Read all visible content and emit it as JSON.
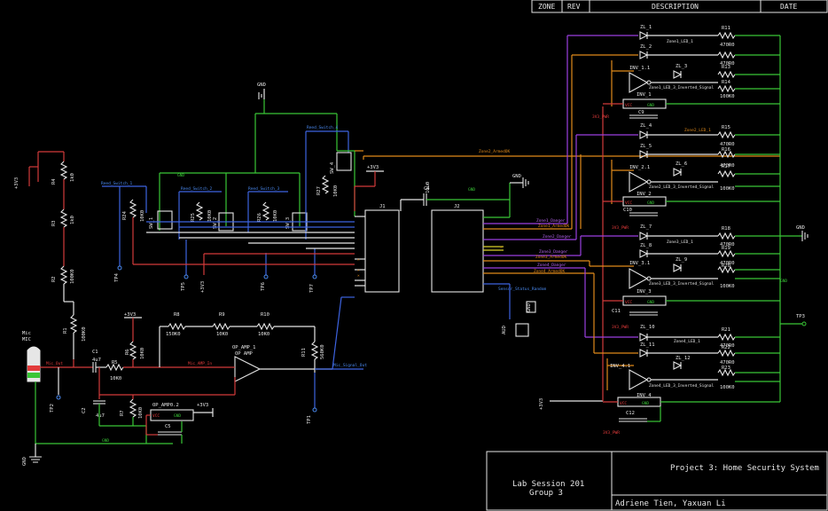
{
  "title_block": {
    "project": "Project 3: Home Security System",
    "session": "Lab Session 201",
    "group": "Group 3",
    "authors": "Adriene Tien, Yaxuan Li"
  },
  "revision_block": {
    "headers": [
      "ZONE",
      "REV",
      "DESCRIPTION",
      "DATE"
    ]
  },
  "left_section": {
    "supply": "+3V3",
    "gnd": "GND",
    "mic_label": "Mic\nMIC",
    "mic_out": "Mic_Out",
    "net_mic_amp_in": "Mic_AMP_In",
    "net_mic_signal_out": "Mic_Signal_Out",
    "opamp1": "OP_AMP_1\nOP AMP",
    "opamp2": "OP_AMP0.2",
    "resistors": [
      {
        "ref": "R4",
        "val": "1k0"
      },
      {
        "ref": "R3",
        "val": "1k0"
      },
      {
        "ref": "R2",
        "val": "100K0"
      },
      {
        "ref": "R1",
        "val": "100K0"
      },
      {
        "ref": "R5",
        "val": "10K0"
      },
      {
        "ref": "R6",
        "val": "10K0"
      },
      {
        "ref": "R7",
        "val": "10K0"
      },
      {
        "ref": "R8",
        "val": "150K0"
      },
      {
        "ref": "R9",
        "val": "10K0"
      },
      {
        "ref": "R10",
        "val": "10K0"
      },
      {
        "ref": "R11",
        "val": "560K0"
      }
    ],
    "caps": [
      {
        "ref": "C1",
        "val": "4u7"
      },
      {
        "ref": "C2",
        "val": "4u7"
      },
      {
        "ref": "C5",
        "val": ""
      }
    ],
    "test_points": [
      "TP1",
      "TP2",
      "TP4",
      "TP5",
      "TP6",
      "TP7"
    ]
  },
  "switch_section": {
    "switches": [
      {
        "ref": "SW_1",
        "res": "R24",
        "val": "10K0",
        "net": "Reed_Switch_1"
      },
      {
        "ref": "SW_2",
        "res": "R25",
        "val": "10K0",
        "net": "Reed_Switch_2"
      },
      {
        "ref": "SW_3",
        "res": "R26",
        "val": "10K0",
        "net": "Reed_Switch_3"
      },
      {
        "ref": "SW_4",
        "res": "R27",
        "val": "10K0",
        "net": "Reed_Switch_4"
      }
    ]
  },
  "connectors": {
    "j1": "J1",
    "j2": "J2",
    "c4": "C4",
    "c4_val": "10u0",
    "gnd": "GND",
    "vcc": "+3V3",
    "j2_nets": [
      "Zone1_Danger",
      "Zone1_ArmedOK",
      "Zone2_Danger",
      "Zone2_ArmedOK",
      "Zone3_Danger",
      "Zone3_ArmedOK",
      "Zone4_Danger",
      "Zone4_ArmedOK"
    ],
    "zone2_armed_top": "Zone2_ArmedOK",
    "sensor_net": "Sensor_Status_Random"
  },
  "right_section": {
    "zones": [
      {
        "leds": [
          "ZL_1",
          "ZL_2",
          "ZL_3"
        ],
        "inv": "INV_1.1",
        "inv_ref": "INV_1",
        "cap": "C9",
        "res": [
          "R11",
          "R12",
          "R13",
          "R14"
        ],
        "vals": [
          "470R0",
          "470R0",
          "470R0",
          "100K0"
        ],
        "net_inv": "Zone1_LED_3_Inverted_Signal"
      },
      {
        "leds": [
          "ZL_4",
          "ZL_5",
          "ZL_6"
        ],
        "inv": "INV_2.1",
        "inv_ref": "INV_2",
        "cap": "C10",
        "res": [
          "R15",
          "R16",
          "R17"
        ],
        "vals": [
          "470R0",
          "470R0",
          "100K0"
        ],
        "net_inv": "Zone2_LED_3_Inverted_Signal"
      },
      {
        "leds": [
          "ZL_7",
          "ZL_8",
          "ZL_9"
        ],
        "inv": "INV_3.1",
        "inv_ref": "INV_3",
        "cap": "C11",
        "res": [
          "R18",
          "R19",
          "R20"
        ],
        "vals": [
          "470R0",
          "470R0",
          "100K0"
        ],
        "net_inv": "Zone3_LED_3_Inverted_Signal"
      },
      {
        "leds": [
          "ZL_10",
          "ZL_11",
          "ZL_12"
        ],
        "inv": "INV_4.1",
        "inv_ref": "INV_4",
        "cap": "C12",
        "res": [
          "R21",
          "R22",
          "R23"
        ],
        "vals": [
          "470R0",
          "470R0",
          "100K0"
        ],
        "net_inv": "Zone4_LED_3_Inverted_Signal"
      }
    ],
    "gnd": "GND",
    "vcc": "+3V3",
    "tp3": "TP3",
    "pwr_pins": [
      "VCC",
      "GND"
    ]
  }
}
